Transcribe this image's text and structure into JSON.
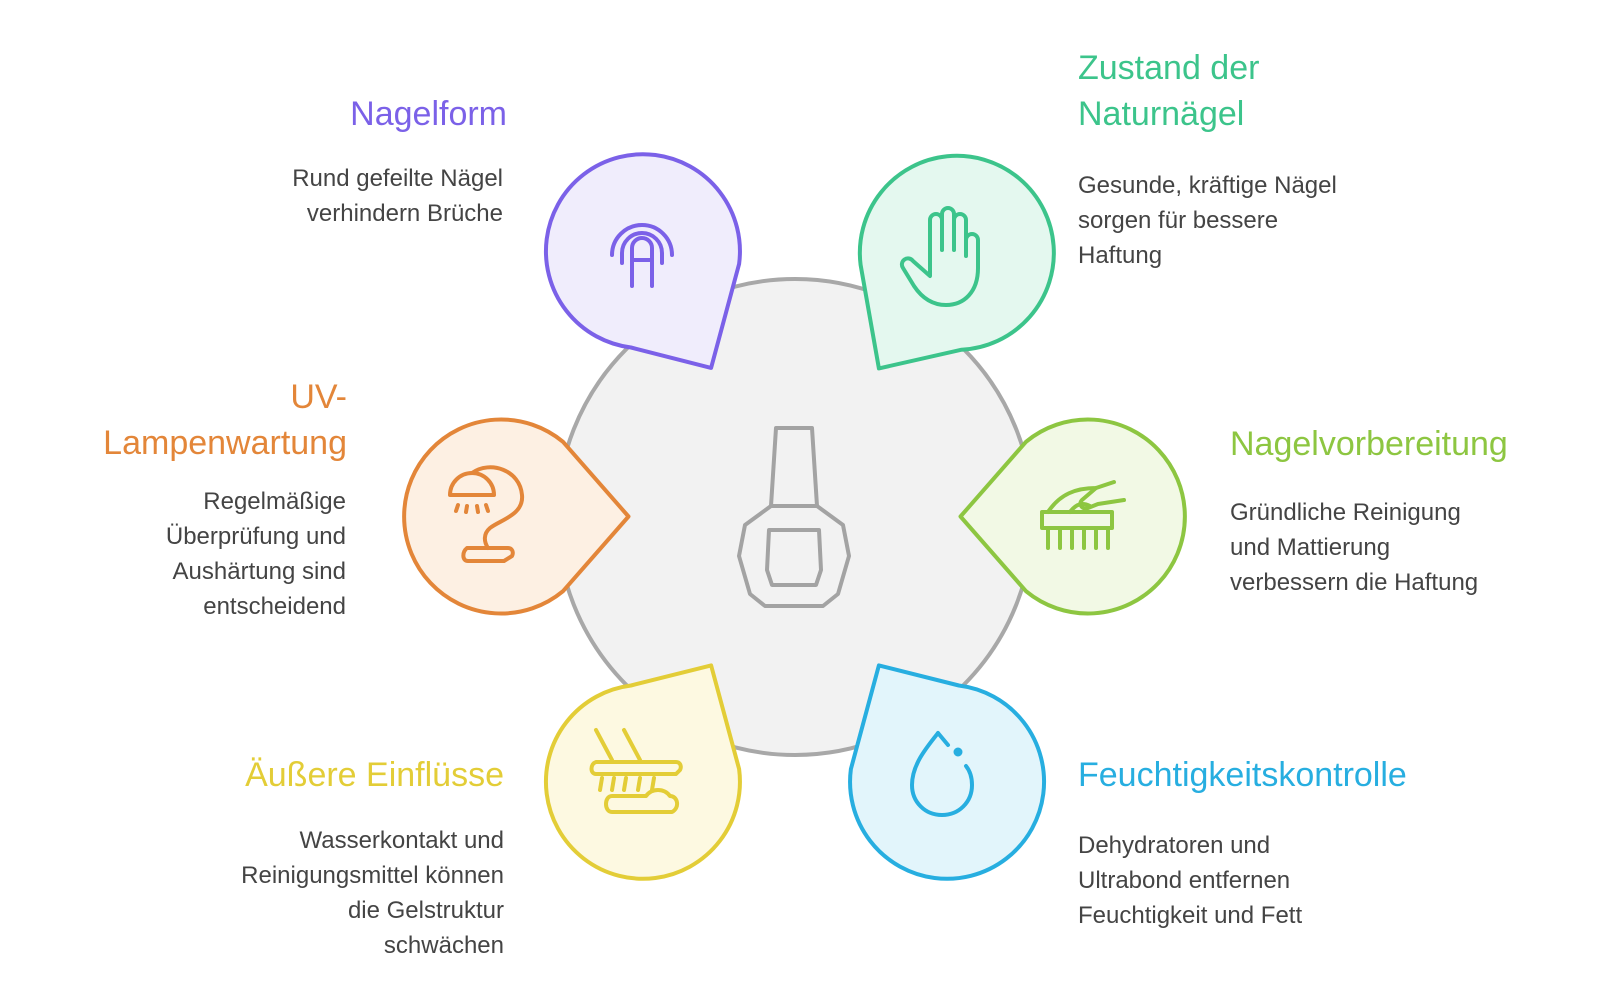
{
  "center": {
    "icon": "nail-polish-bottle-icon",
    "color": "#9e9e9e",
    "fill": "#f2f2f2"
  },
  "nodes": [
    {
      "key": "nagelform",
      "title": [
        "Nagelform"
      ],
      "description": [
        "Rund gefeilte Nägel",
        "verhindern Brüche"
      ],
      "color": "#7b61e8",
      "fill": "#f0edfc",
      "icon": "fingerprint-icon"
    },
    {
      "key": "zustand",
      "title": [
        "Zustand der",
        "Naturnägel"
      ],
      "description": [
        "Gesunde, kräftige Nägel",
        "sorgen für bessere",
        "Haftung"
      ],
      "color": "#3cc48b",
      "fill": "#e4f8ef",
      "icon": "hand-icon"
    },
    {
      "key": "uv",
      "title": [
        "UV-",
        "Lampenwartung"
      ],
      "description": [
        "Regelmäßige",
        "Überprüfung und",
        "Aushärtung sind",
        "entscheidend"
      ],
      "color": "#e38639",
      "fill": "#fdf0e3",
      "icon": "lamp-icon"
    },
    {
      "key": "vorbereitung",
      "title": [
        "Nagelvorbereitung"
      ],
      "description": [
        "Gründliche Reinigung",
        "und Mattierung",
        "verbessern die Haftung"
      ],
      "color": "#8dc641",
      "fill": "#f2f9e5",
      "icon": "hand-brush-icon"
    },
    {
      "key": "einfluesse",
      "title": [
        "Äußere Einflüsse"
      ],
      "description": [
        "Wasserkontakt und",
        "Reinigungsmittel können",
        "die Gelstruktur",
        "schwächen"
      ],
      "color": "#e3cd37",
      "fill": "#fdf9e1",
      "icon": "cleaning-sponge-icon"
    },
    {
      "key": "feuchtigkeit",
      "title": [
        "Feuchtigkeitskontrolle"
      ],
      "description": [
        "Dehydratoren und",
        "Ultrabond entfernen",
        "Feuchtigkeit und Fett"
      ],
      "color": "#27aee0",
      "fill": "#e2f5fb",
      "icon": "water-drop-icon"
    }
  ]
}
